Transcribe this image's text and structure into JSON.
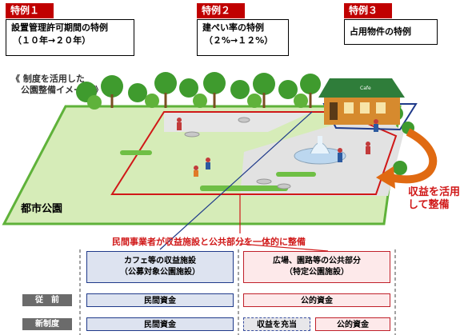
{
  "special": [
    {
      "tag": "特例１",
      "line1": "設置管理許可期間の特例",
      "line2": "（１０年→２０年）"
    },
    {
      "tag": "特例２",
      "line1": "建ぺい率の特例",
      "line2": "（２%→１２%）"
    },
    {
      "tag": "特例３",
      "line1": "占用物件の特例",
      "line2": ""
    }
  ],
  "image_caption": {
    "line1": "《 制度を活用した",
    "line2": "公園整備イメージ 》"
  },
  "park_label": "都市公園",
  "cafe_sign": "Cafe",
  "arrow_label": {
    "line1": "収益を活用",
    "line2": "して整備"
  },
  "integrated_label": "民間事業者が収益施設と公共部分を一体的に整備",
  "columns": {
    "left": {
      "line1": "カフェ等の収益施設",
      "line2": "（公募対象公園施設）"
    },
    "right": {
      "line1": "広場、園路等の公共部分",
      "line2": "（特定公園施設）"
    }
  },
  "rows": {
    "before": {
      "label": "従　前",
      "left": "民間資金",
      "right": "公的資金"
    },
    "new": {
      "label": "新制度",
      "left": "民間資金",
      "right_a": "収益を充当",
      "right_b": "公的資金"
    }
  },
  "colors": {
    "red": "#c00000",
    "green": "#5fb23a",
    "blue": "#1f3a8a"
  }
}
